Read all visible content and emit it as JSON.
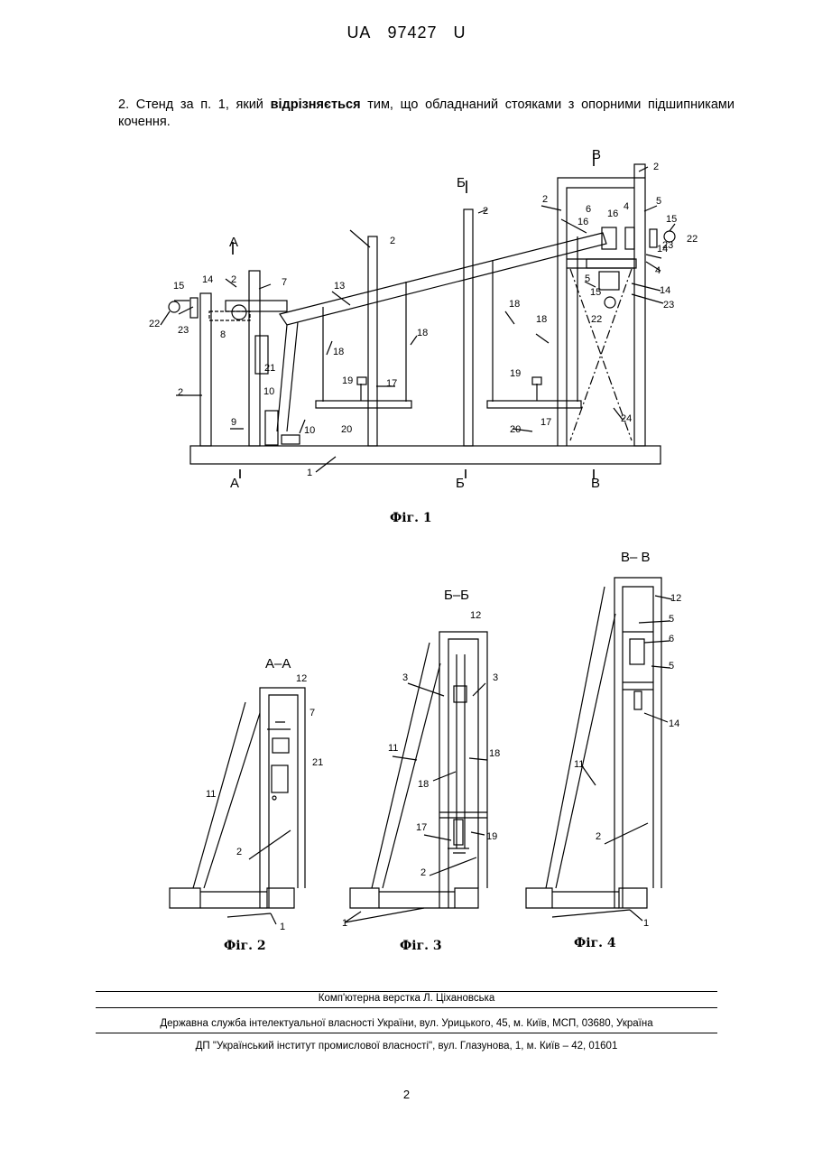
{
  "header": {
    "country": "UA",
    "number": "97427",
    "kind": "U"
  },
  "claim": {
    "before": "2. Стенд за п. 1, який ",
    "emph": "відрізняється",
    "after": " тим, що обладнаний стояками з опорними підшипниками кочення."
  },
  "figures": {
    "fig1": "Фіг. 1",
    "fig2": "Фіг. 2",
    "fig3": "Фіг. 3",
    "fig4": "Фіг. 4"
  },
  "sections": {
    "aa": "А–А",
    "bb": "Б–Б",
    "vv": "В– В",
    "a": "А",
    "b": "Б",
    "v": "В"
  },
  "callouts": [
    "1",
    "2",
    "3",
    "4",
    "5",
    "6",
    "7",
    "8",
    "9",
    "10",
    "11",
    "12",
    "13",
    "14",
    "15",
    "16",
    "17",
    "18",
    "19",
    "20",
    "21",
    "22",
    "23",
    "24"
  ],
  "footer": {
    "layout": "Комп'ютерна верстка Л. Ціхановська",
    "agency": "Державна служба інтелектуальної власності України, вул. Урицького, 45, м. Київ, МСП, 03680, Україна",
    "institute": "ДП \"Український інститут промислової власності\", вул. Глазунова, 1, м. Київ – 42, 01601"
  },
  "page_number": "2"
}
